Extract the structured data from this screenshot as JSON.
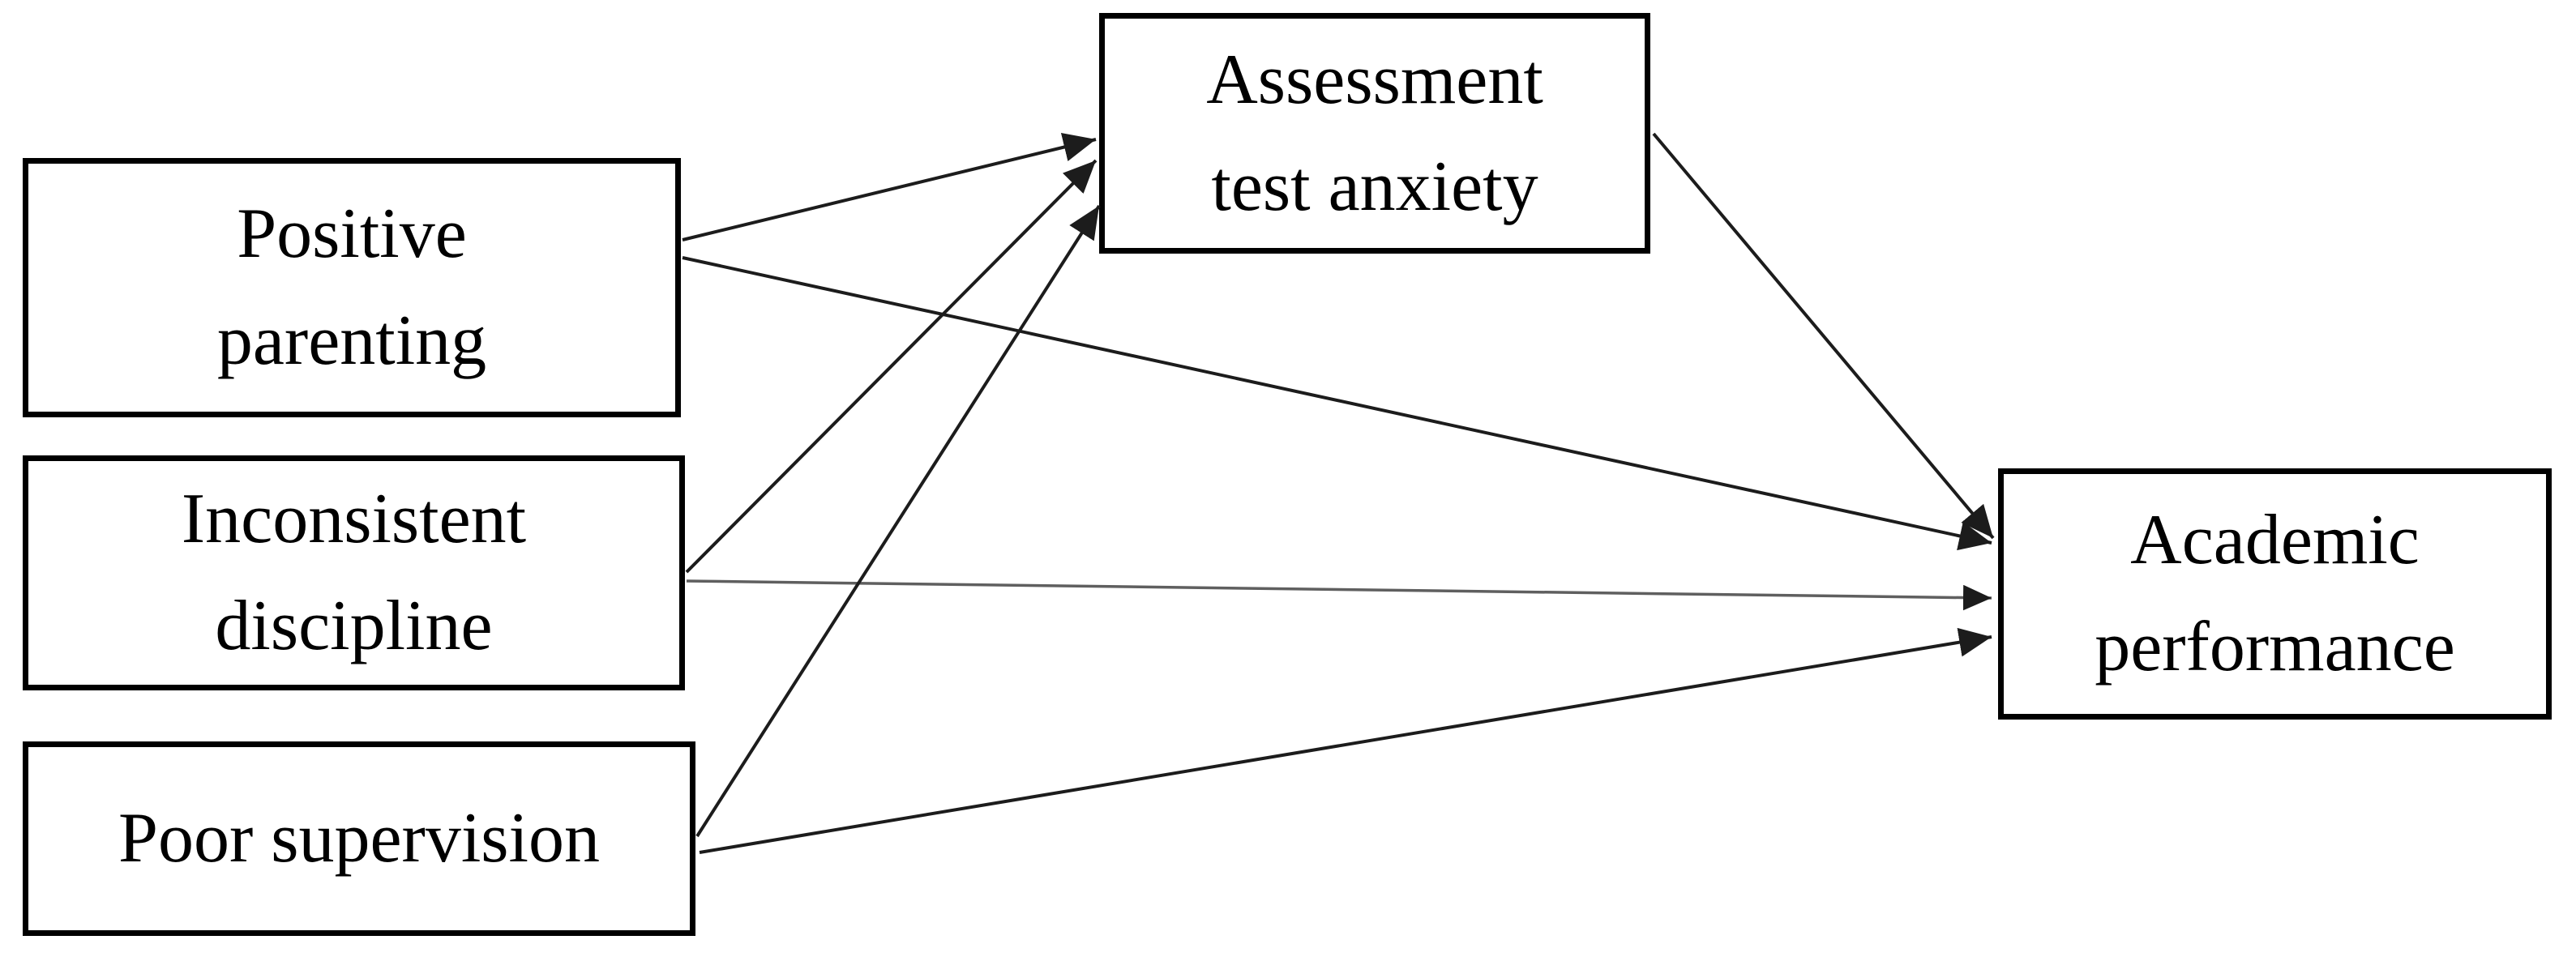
{
  "diagram": {
    "nodes": [
      {
        "id": "positive-parenting",
        "lines": [
          "Positive",
          "parenting"
        ]
      },
      {
        "id": "inconsistent-discipline",
        "lines": [
          "Inconsistent",
          "discipline"
        ]
      },
      {
        "id": "poor-supervision",
        "lines": [
          "Poor supervision"
        ]
      },
      {
        "id": "assessment-test-anxiety",
        "lines": [
          "Assessment",
          "test anxiety"
        ]
      },
      {
        "id": "academic-performance",
        "lines": [
          "Academic",
          "performance"
        ]
      }
    ],
    "edges": [
      {
        "from": "positive-parenting",
        "to": "assessment-test-anxiety",
        "tone": "black"
      },
      {
        "from": "positive-parenting",
        "to": "academic-performance",
        "tone": "black"
      },
      {
        "from": "inconsistent-discipline",
        "to": "assessment-test-anxiety",
        "tone": "black"
      },
      {
        "from": "inconsistent-discipline",
        "to": "academic-performance",
        "tone": "gray"
      },
      {
        "from": "poor-supervision",
        "to": "assessment-test-anxiety",
        "tone": "black"
      },
      {
        "from": "poor-supervision",
        "to": "academic-performance",
        "tone": "black"
      },
      {
        "from": "assessment-test-anxiety",
        "to": "academic-performance",
        "tone": "black"
      }
    ],
    "colors": {
      "background": "#ffffff",
      "box_border": "#000000",
      "text": "#000000",
      "arrow": "#1c1c1c",
      "arrow_gray": "#5f5f5f"
    }
  }
}
